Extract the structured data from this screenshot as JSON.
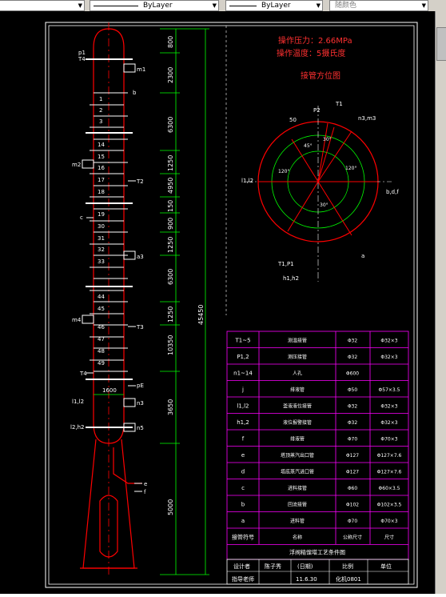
{
  "toolbar": {
    "linetype1": "ByLayer",
    "linetype2": "ByLayer",
    "color": "随颜色"
  },
  "notes": {
    "pressure": "操作压力：2.66MPa",
    "temperature": "操作温度：5摄氏度",
    "orientation_title": "接管方位图"
  },
  "column": {
    "total_height": "45450",
    "base_width": "1600",
    "dims": [
      "800",
      "2300",
      "6300",
      "1250",
      "4950",
      "150",
      "900",
      "1250",
      "6300",
      "1250",
      "10350",
      "3650",
      "5000"
    ],
    "trays": [
      "1",
      "2",
      "3",
      "14",
      "15",
      "16",
      "17",
      "18",
      "19",
      "30",
      "31",
      "32",
      "33",
      "44",
      "45",
      "46",
      "47",
      "48",
      "49"
    ],
    "left_nozzles": [
      "p1",
      "T4",
      "m2",
      "c",
      "m4",
      "T4",
      "l1,l2",
      "l2,h2"
    ],
    "right_nozzles": [
      "m1",
      "b",
      "T2",
      "a3",
      "T3",
      "pE",
      "n3",
      "n5",
      "e",
      "f"
    ]
  },
  "orientation": {
    "labels": [
      "T1",
      "P2",
      "n3,m3",
      "50",
      "b,d,f",
      "l1,l2",
      "T1,P1",
      "h1,h2",
      "a"
    ],
    "angles": [
      "30°",
      "45°",
      "120°",
      "120°",
      "30°"
    ]
  },
  "nozzle_table": {
    "rows": [
      {
        "code": "T1~5",
        "name": "测温接管",
        "dn": "Φ32",
        "size": "Φ32×3"
      },
      {
        "code": "P1,2",
        "name": "测压接管",
        "dn": "Φ32",
        "size": "Φ32×3"
      },
      {
        "code": "n1~14",
        "name": "人孔",
        "dn": "Φ600",
        "size": ""
      },
      {
        "code": "j",
        "name": "排液管",
        "dn": "Φ50",
        "size": "Φ57×3.5"
      },
      {
        "code": "l1,l2",
        "name": "釜液液位接管",
        "dn": "Φ32",
        "size": "Φ32×3"
      },
      {
        "code": "h1,2",
        "name": "液位报警接管",
        "dn": "Φ32",
        "size": "Φ32×3"
      },
      {
        "code": "f",
        "name": "排液管",
        "dn": "Φ70",
        "size": "Φ70×3"
      },
      {
        "code": "e",
        "name": "塔顶蒸汽出口管",
        "dn": "Φ127",
        "size": "Φ127×7.6"
      },
      {
        "code": "d",
        "name": "塔底蒸汽进口管",
        "dn": "Φ127",
        "size": "Φ127×7.6"
      },
      {
        "code": "c",
        "name": "进料接管",
        "dn": "Φ60",
        "size": "Φ60×3.5"
      },
      {
        "code": "b",
        "name": "回流接管",
        "dn": "Φ102",
        "size": "Φ102×3.5"
      },
      {
        "code": "a",
        "name": "进料管",
        "dn": "Φ70",
        "size": "Φ70×3"
      }
    ],
    "header": {
      "code": "接管符号",
      "name": "名称",
      "dn": "公称尺寸",
      "size": "尺寸"
    },
    "title": "浮阀精馏塔工艺条件图"
  },
  "title_block": {
    "designer": "设计者",
    "author": "陈子秀",
    "date": "(日期)",
    "scale": "比例",
    "ratio": "单位",
    "reviewer": "指导老师",
    "date_value": "11.6.30",
    "class": "化机0801"
  },
  "colors": {
    "background": "#000000",
    "shell": "#ff0000",
    "dimension": "#00ff00",
    "table": "#ff00ff",
    "text": "#ffffff",
    "notes": "#ff3030"
  }
}
